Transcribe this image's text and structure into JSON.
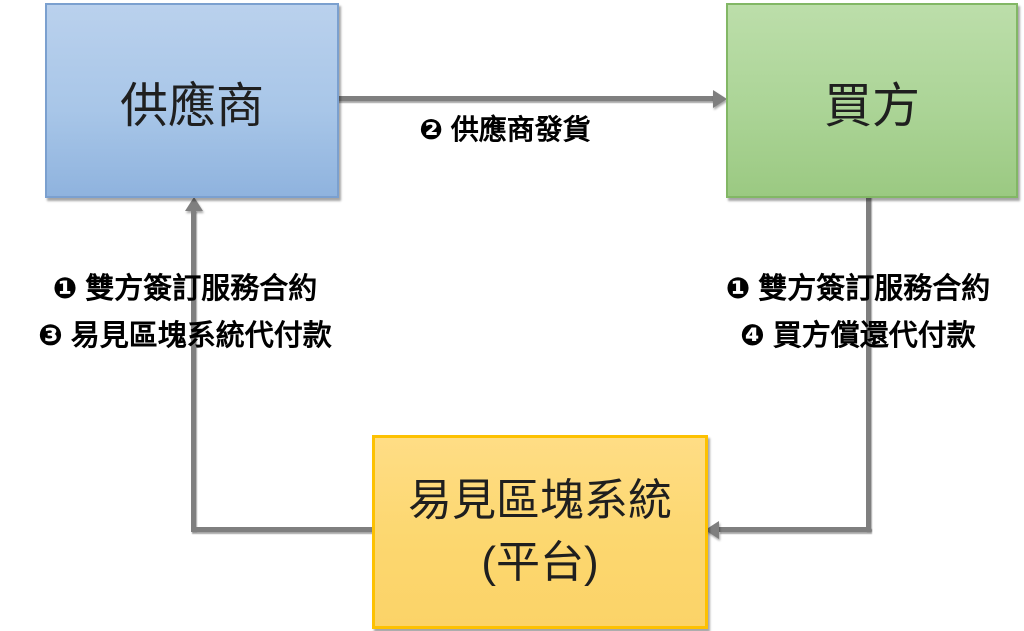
{
  "nodes": {
    "supplier": {
      "label": "供應商"
    },
    "buyer": {
      "label": "買方"
    },
    "platform": {
      "line1": "易見區塊系統",
      "line2": "(平台)"
    }
  },
  "edges": {
    "ship": {
      "label": "❷ 供應商發貨",
      "from": "supplier",
      "to": "buyer"
    },
    "left": {
      "labels": [
        "❶ 雙方簽訂服務合約",
        "❸ 易見區塊系統代付款"
      ],
      "from": "platform",
      "to": "supplier"
    },
    "right": {
      "labels": [
        "❶ 雙方簽訂服務合約",
        "❹ 買方償還代付款"
      ],
      "from": "buyer",
      "to": "platform"
    }
  },
  "colors": {
    "supplier_fill_top": "#bad1ed",
    "supplier_fill_bottom": "#8fb3de",
    "supplier_border": "#7ba0cf",
    "buyer_fill_top": "#bcdeaa",
    "buyer_fill_bottom": "#9bc982",
    "buyer_border": "#82b765",
    "platform_fill_top": "#ffdd85",
    "platform_fill_bottom": "#fbd368",
    "platform_border": "#fdc101",
    "arrow": "#7f7f7f",
    "text": "#000000"
  }
}
